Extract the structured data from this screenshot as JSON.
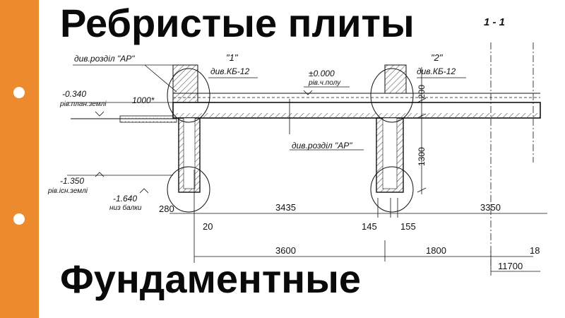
{
  "titles": {
    "top": "Ребристые плиты",
    "bottom": "Фундаментные"
  },
  "colors": {
    "accent": "#ee8a2e",
    "ink": "#111111",
    "hatch": "#555555"
  },
  "drawing": {
    "section": "1 - 1",
    "node1": "\"1\"",
    "node1_ref": "див.КБ-12",
    "node2": "\"2\"",
    "node2_ref": "див.КБ-12",
    "ref_ar_top": "див.розділ \"АР\"",
    "ref_ar_mid": "див.розділ \"АР\"",
    "elev_floor": "±0.000",
    "elev_floor_note": "рів.ч.полу",
    "elev_plan": "-0.340",
    "elev_plan_note": "рів.план.землі",
    "elev_exist": "-1.350",
    "elev_exist_note": "рів.існ.землі",
    "elev_beam": "-1.640",
    "elev_beam_note": "низ балки",
    "dim_1000": "1000*",
    "dim_200": "200",
    "dim_1300": "1300",
    "dim_280": "280",
    "dim_3435": "3435",
    "dim_3350": "3350",
    "dim_20": "20",
    "dim_145": "145",
    "dim_155": "155",
    "dim_3600": "3600",
    "dim_1800": "1800",
    "dim_18": "18",
    "dim_11700": "11700"
  }
}
